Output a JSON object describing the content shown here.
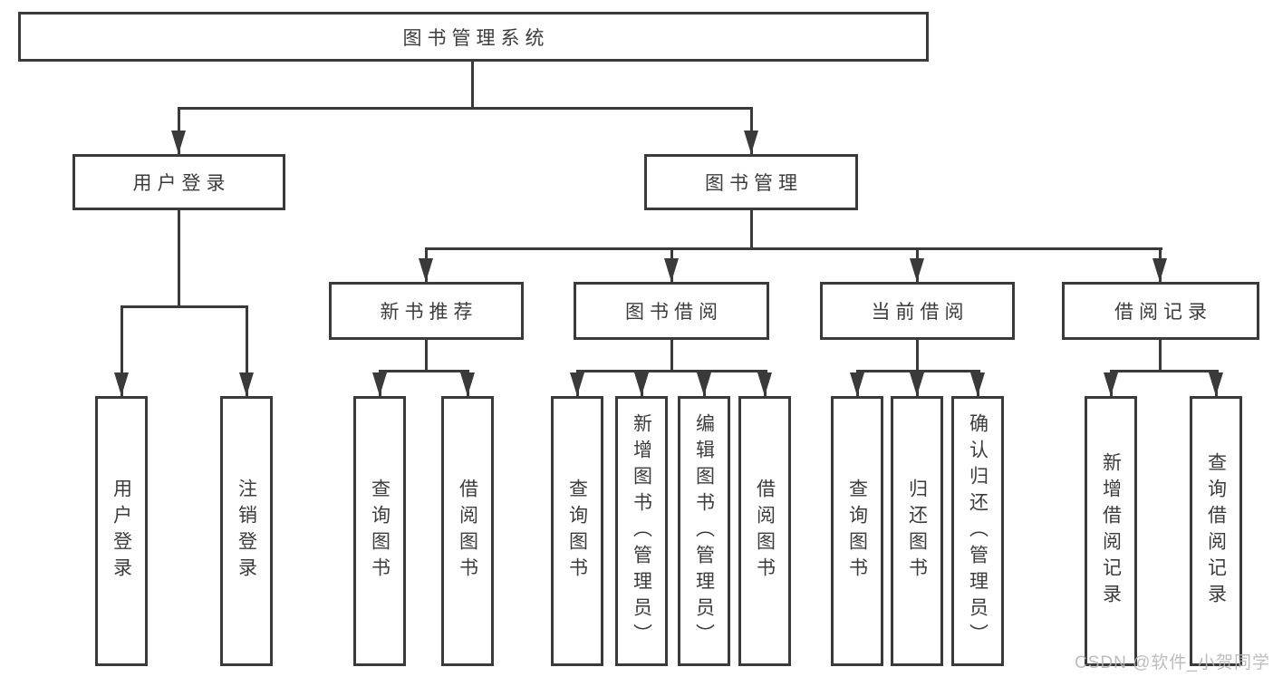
{
  "diagram_title": "图书管理系统",
  "tree": {
    "root": {
      "label": "图书管理系统"
    },
    "children": [
      {
        "label": "用户登录",
        "children": [
          {
            "label": "用户登录"
          },
          {
            "label": "注销登录"
          }
        ]
      },
      {
        "label": "图书管理",
        "children": [
          {
            "label": "新书推荐",
            "children": [
              {
                "label": "查询图书"
              },
              {
                "label": "借阅图书"
              }
            ]
          },
          {
            "label": "图书借阅",
            "children": [
              {
                "label": "查询图书"
              },
              {
                "label": "新增图书（管理员）"
              },
              {
                "label": "编辑图书（管理员）"
              },
              {
                "label": "借阅图书"
              }
            ]
          },
          {
            "label": "当前借阅",
            "children": [
              {
                "label": "查询图书"
              },
              {
                "label": "归还图书"
              },
              {
                "label": "确认归还（管理员）"
              }
            ]
          },
          {
            "label": "借阅记录",
            "children": [
              {
                "label": "新增借阅记录"
              },
              {
                "label": "查询借阅记录"
              }
            ]
          }
        ]
      }
    ]
  },
  "watermark": {
    "text": "CSDN @软件_小贺同学"
  },
  "colors": {
    "line": "#3a3a3a",
    "text": "#3c3c3c",
    "watermark": "#b5b5b5",
    "background": "#ffffff"
  }
}
